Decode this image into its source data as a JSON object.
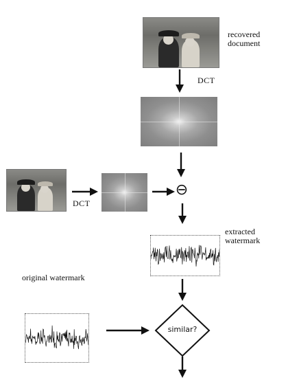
{
  "labels": {
    "recovered_document": "recovered\ndocument",
    "dct_top": "DCT",
    "dct_left": "DCT",
    "extracted_watermark": "extracted\nwatermark",
    "original_watermark": "original watermark",
    "similar": "similar?",
    "subtract_symbol": "⊖"
  }
}
